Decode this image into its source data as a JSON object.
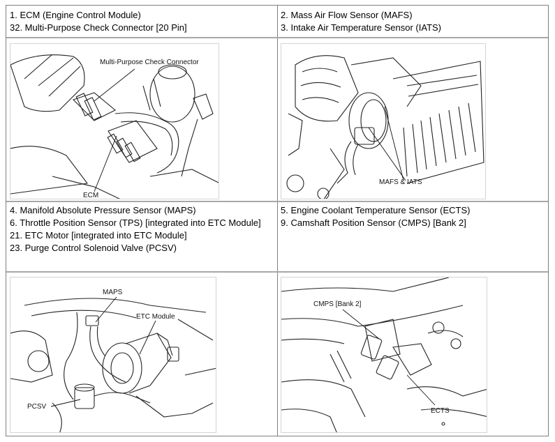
{
  "row1": {
    "left_lines": [
      "1. ECM (Engine Control Module)",
      "32. Multi-Purpose Check Connector [20 Pin]"
    ],
    "right_lines": [
      "2. Mass Air Flow Sensor (MAFS)",
      "3. Intake Air Temperature Sensor (IATS)"
    ]
  },
  "fig1": {
    "label_connector": "Multi-Purpose Check Connector",
    "label_ecm": "ECM"
  },
  "fig2": {
    "label_mafs": "MAFS & IATS"
  },
  "row3": {
    "left_lines": [
      "4. Manifold Absolute Pressure Sensor (MAPS)",
      "6. Throttle Position Sensor (TPS) [integrated into ETC Module]",
      "21. ETC Motor [integrated into ETC Module]",
      "23. Purge Control Solenoid Valve (PCSV)"
    ],
    "right_lines": [
      "5. Engine Coolant Temperature Sensor (ECTS)",
      "9. Camshaft Position Sensor (CMPS) [Bank 2]"
    ]
  },
  "fig3": {
    "label_maps": "MAPS",
    "label_etc": "ETC Module",
    "label_pcsv": "PCSV"
  },
  "fig4": {
    "label_cmps": "CMPS [Bank 2]",
    "label_ects": "ECTS"
  }
}
